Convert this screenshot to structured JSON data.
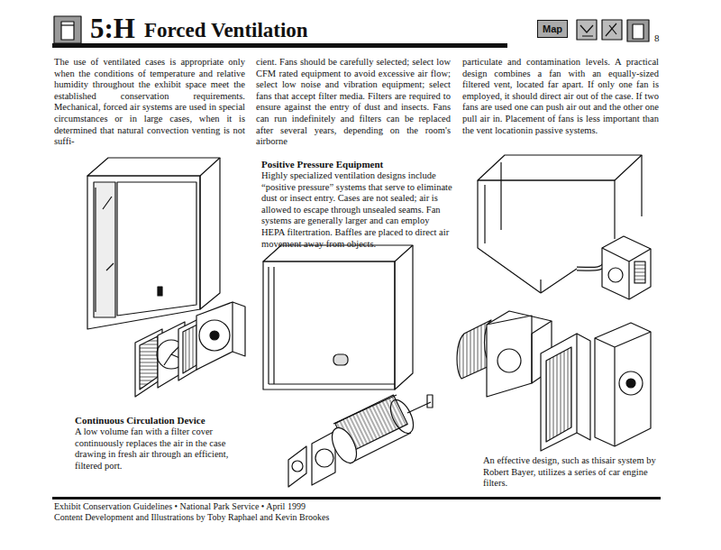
{
  "diagram": {
    "title": "Forced Ventilation",
    "nodes": [
      {
        "text": [
          "Map"
        ]
      }
    ],
    "edges": [],
    "labels": [
      "5:H",
      "8",
      "The use of ventilated cases is appropriate only when the conditions of temperature and relative humidity throughout the exhibit space meet the established conservation requirements. Mechanical, forced air systems are used in special circumstances or in large cases, when it is determined that natural convection venting is not suffi-",
      "cient. Fans should be carefully selected; select low CFM rated equipment to avoid excessive air flow; select low noise and vibration equipment; select fans that accept filter media. Filters are required to ensure against the entry of dust and insects. Fans can run indefinitely and filters can be replaced after several years, depending on the room's airborne",
      "particulate and contamination levels. A practical design combines a fan with an equally-sized filtered vent, located far apart. If only one fan is employed, it should direct air out of the case. If two fans are used one can push air out and the other one pull air in. Placement of fans is less important than the vent locationin passive systems.",
      "Positive Pressure Equipment",
      "Highly specialized ventilation designs include “positive pressure” systems that serve to eliminate dust or insect entry. Cases are not sealed; air is allowed to escape through unsealed seams. Fan systems are generally larger and can employ HEPA filtertration. Baffles are placed to direct air movement away from objects.",
      "Continuous Circulation Device",
      "A low volume fan with a filter cover continuously replaces the air in the case drawing in fresh air through an efficient, filtered port.",
      "An effective design, such as thisair system by Robert Bayer, utilizes a series of car engine filters.",
      "Exhibit Conservation Guidelines • National Park Service • April 1999",
      "Content Development and Illustrations by Toby Raphael and Kevin Brookes"
    ]
  }
}
